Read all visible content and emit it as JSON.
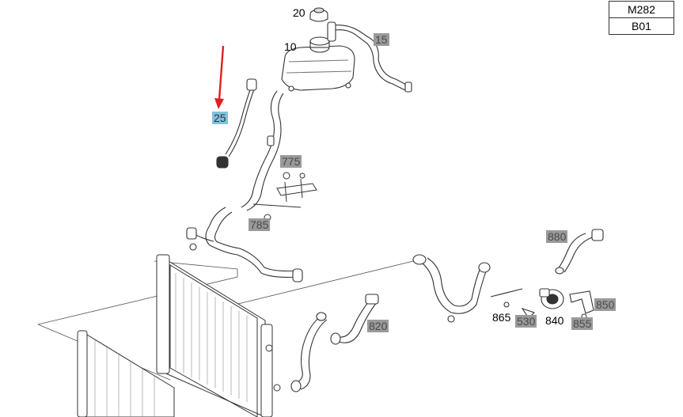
{
  "header_codes": [
    "M282",
    "B01"
  ],
  "callouts": [
    {
      "id": "20",
      "style": "plain"
    },
    {
      "id": "15",
      "style": "gray"
    },
    {
      "id": "10",
      "style": "plain"
    },
    {
      "id": "25",
      "style": "blue"
    },
    {
      "id": "775",
      "style": "gray"
    },
    {
      "id": "785",
      "style": "gray"
    },
    {
      "id": "880",
      "style": "gray"
    },
    {
      "id": "850",
      "style": "gray"
    },
    {
      "id": "820",
      "style": "gray"
    },
    {
      "id": "865",
      "style": "plain"
    },
    {
      "id": "530",
      "style": "gray"
    },
    {
      "id": "840",
      "style": "plain"
    },
    {
      "id": "855",
      "style": "gray"
    }
  ],
  "colors": {
    "highlight": "#7fc3e0",
    "label_bg": "#9a9a9a",
    "pointer": "#e02020",
    "line": "#333333"
  }
}
